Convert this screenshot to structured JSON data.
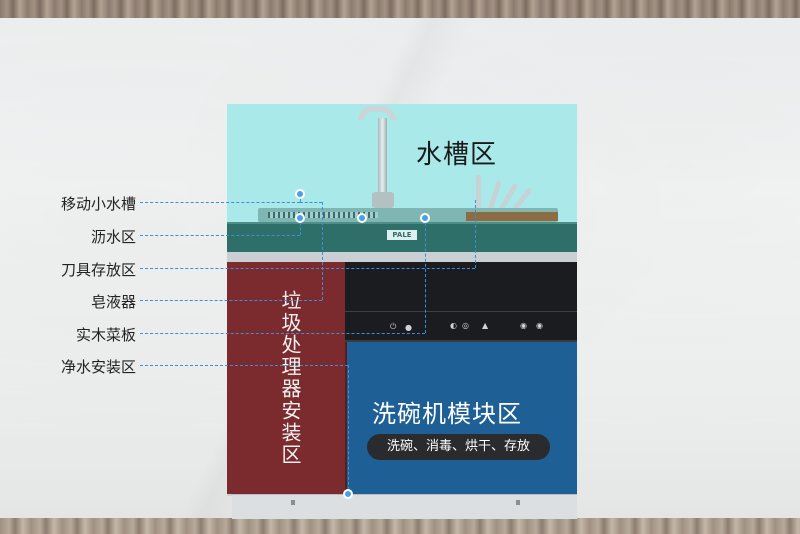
{
  "zones": {
    "sink": "水槽区",
    "disposer": "垃圾处理器安装区",
    "dishwasher": "洗碗机模块区",
    "dishwasher_features": "洗碗、消毒、烘干、存放"
  },
  "callouts": [
    {
      "label": "移动小水槽"
    },
    {
      "label": "沥水区"
    },
    {
      "label": "刀具存放区"
    },
    {
      "label": "皂液器"
    },
    {
      "label": "实木菜板"
    },
    {
      "label": "净水安装区"
    }
  ],
  "brand_logo_text": "PALE",
  "colors": {
    "sink_zone": "#a9e9ea",
    "counter": "#2f6f69",
    "disposer_door": "#7b2a2d",
    "dishwasher_door": "#1e5f95",
    "leader_line": "#3b8fd6"
  }
}
